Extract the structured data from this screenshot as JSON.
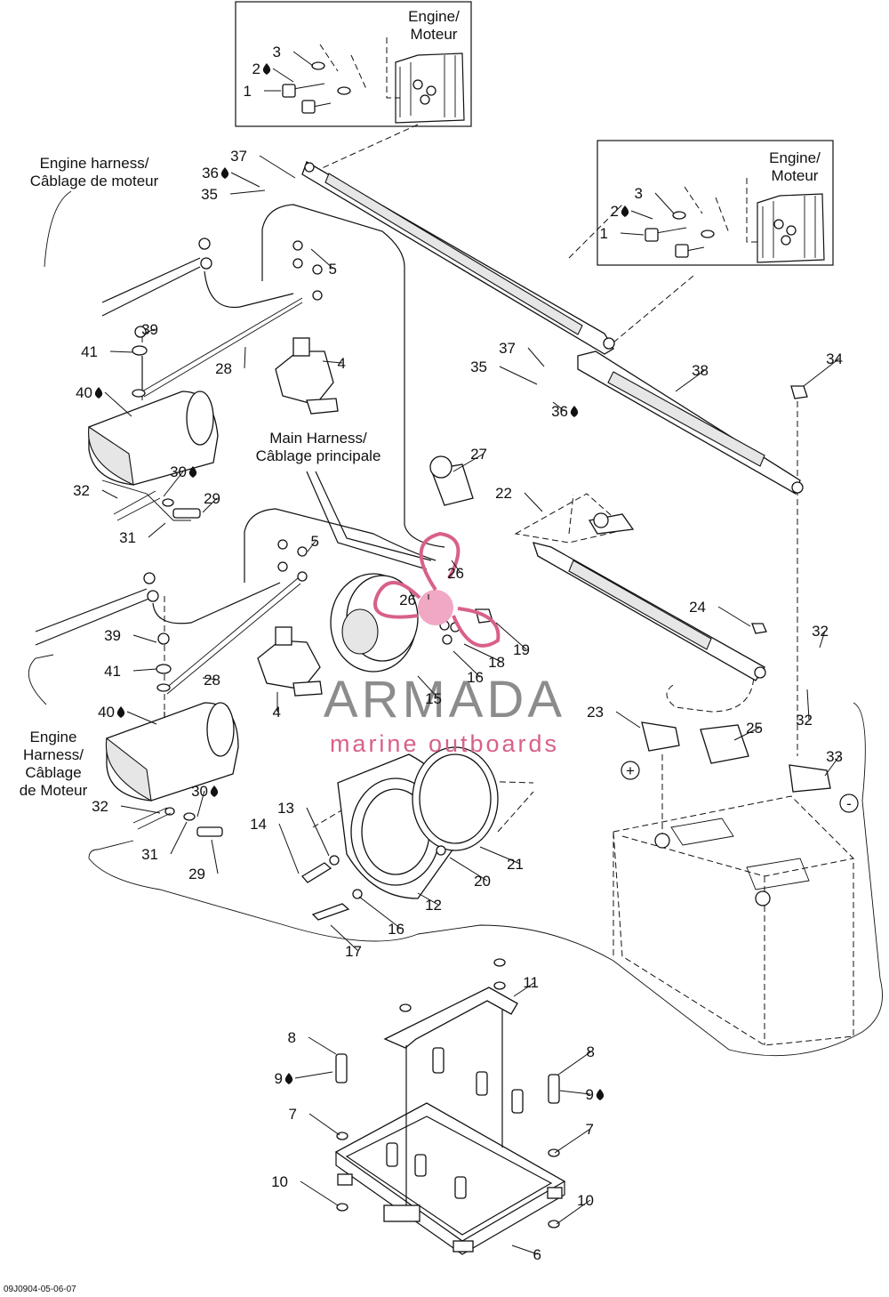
{
  "engine_caption": [
    "Engine/",
    "Moteur"
  ],
  "harness_captions": {
    "engine_harness_top": [
      "Engine harness/",
      "Câblage de moteur"
    ],
    "main_harness": [
      "Main Harness/",
      "Câblage principale"
    ],
    "engine_harness_bottom": [
      "Engine",
      "Harness/",
      "Câblage",
      "de Moteur"
    ]
  },
  "polarity": {
    "positive": "+",
    "negative": "-"
  },
  "watermark": {
    "title": "ARMADA",
    "subtitle": "marine outboards",
    "color": "#d8608a"
  },
  "diagram_code": "09J0904-05-06-07",
  "icons": {
    "drop": "sealant-drop-icon",
    "logo": "armada-propeller-logo"
  },
  "callouts": [
    {
      "text": "1",
      "drop": false
    },
    {
      "text": "2",
      "drop": true
    },
    {
      "text": "3",
      "drop": false
    },
    {
      "text": "1",
      "drop": false
    },
    {
      "text": "2",
      "drop": true
    },
    {
      "text": "3",
      "drop": false
    },
    {
      "text": "37",
      "drop": false
    },
    {
      "text": "36",
      "drop": true
    },
    {
      "text": "35",
      "drop": false
    },
    {
      "text": "5",
      "drop": false
    },
    {
      "text": "39",
      "drop": false
    },
    {
      "text": "41",
      "drop": false
    },
    {
      "text": "28",
      "drop": false
    },
    {
      "text": "4",
      "drop": false
    },
    {
      "text": "40",
      "drop": true
    },
    {
      "text": "30",
      "drop": true
    },
    {
      "text": "32",
      "drop": false
    },
    {
      "text": "29",
      "drop": false
    },
    {
      "text": "31",
      "drop": false
    },
    {
      "text": "37",
      "drop": false
    },
    {
      "text": "35",
      "drop": false
    },
    {
      "text": "36",
      "drop": true
    },
    {
      "text": "38",
      "drop": false
    },
    {
      "text": "34",
      "drop": false
    },
    {
      "text": "27",
      "drop": false
    },
    {
      "text": "22",
      "drop": false
    },
    {
      "text": "5",
      "drop": false
    },
    {
      "text": "26",
      "drop": false
    },
    {
      "text": "26",
      "drop": false
    },
    {
      "text": "39",
      "drop": false
    },
    {
      "text": "41",
      "drop": false
    },
    {
      "text": "28",
      "drop": false
    },
    {
      "text": "4",
      "drop": false
    },
    {
      "text": "19",
      "drop": false
    },
    {
      "text": "18",
      "drop": false
    },
    {
      "text": "16",
      "drop": false
    },
    {
      "text": "15",
      "drop": false
    },
    {
      "text": "24",
      "drop": false
    },
    {
      "text": "32",
      "drop": false
    },
    {
      "text": "32",
      "drop": false
    },
    {
      "text": "23",
      "drop": false
    },
    {
      "text": "25",
      "drop": false
    },
    {
      "text": "33",
      "drop": false
    },
    {
      "text": "40",
      "drop": true
    },
    {
      "text": "30",
      "drop": true
    },
    {
      "text": "32",
      "drop": false
    },
    {
      "text": "31",
      "drop": false
    },
    {
      "text": "29",
      "drop": false
    },
    {
      "text": "14",
      "drop": false
    },
    {
      "text": "13",
      "drop": false
    },
    {
      "text": "21",
      "drop": false
    },
    {
      "text": "20",
      "drop": false
    },
    {
      "text": "12",
      "drop": false
    },
    {
      "text": "16",
      "drop": false
    },
    {
      "text": "17",
      "drop": false
    },
    {
      "text": "11",
      "drop": false
    },
    {
      "text": "8",
      "drop": false
    },
    {
      "text": "9",
      "drop": true
    },
    {
      "text": "8",
      "drop": false
    },
    {
      "text": "9",
      "drop": true
    },
    {
      "text": "7",
      "drop": false
    },
    {
      "text": "7",
      "drop": false
    },
    {
      "text": "10",
      "drop": false
    },
    {
      "text": "10",
      "drop": false
    },
    {
      "text": "6",
      "drop": false
    }
  ]
}
